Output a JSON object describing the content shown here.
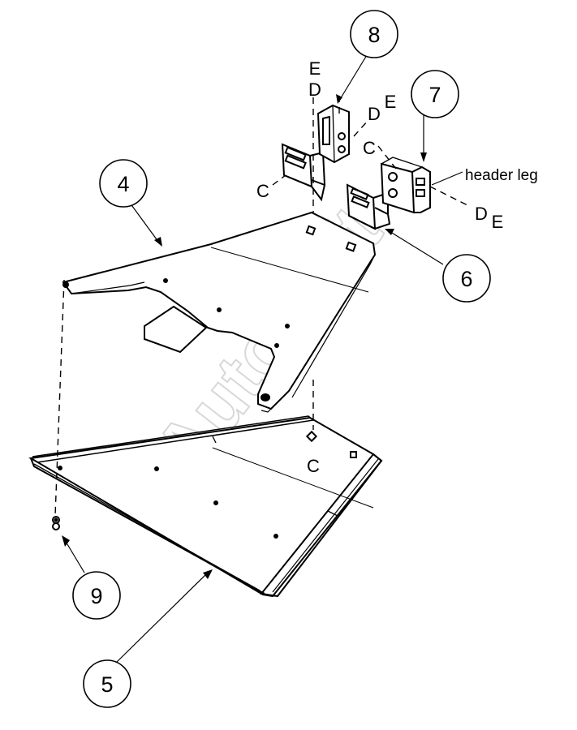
{
  "callouts": {
    "c4": "4",
    "c5": "5",
    "c6": "6",
    "c7": "7",
    "c8": "8",
    "c9": "9"
  },
  "letters": {
    "top_e": "E",
    "top_d": "D",
    "bracket8_d": "D",
    "bracket8_e": "E",
    "left_c": "C",
    "right_c": "C",
    "bottom_c": "C",
    "leg_d": "D",
    "leg_e": "E"
  },
  "notes": {
    "header_leg": "header leg"
  },
  "watermark": "AutoSoft"
}
